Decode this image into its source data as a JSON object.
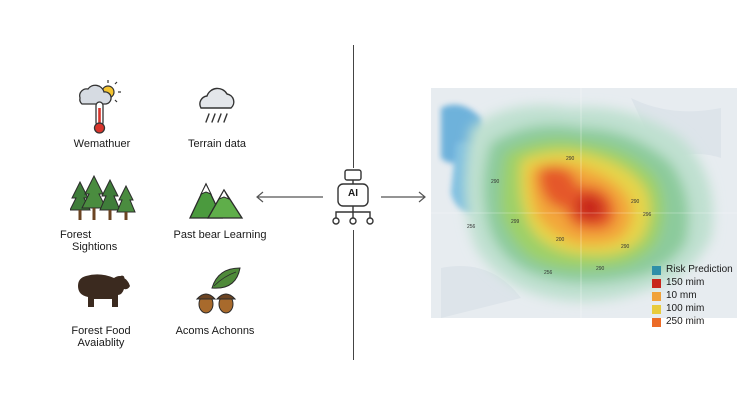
{
  "inputs": {
    "weather": "Wemathuer",
    "terrain": "Terrain data",
    "forest_line1": "Forest",
    "forest_line2": "Sightions",
    "bear": "Past bear Learning",
    "food_line1": "Forest Food",
    "food_line2": "Avaiablity",
    "acorns": "Acoms Achonns"
  },
  "center": {
    "ai_label": "AI"
  },
  "map": {
    "contour_labels": [
      "290",
      "290",
      "290",
      "256",
      "299",
      "200",
      "290",
      "296",
      "256",
      "290",
      "290"
    ]
  },
  "legend": [
    {
      "label": "Risk Prediction",
      "color": "#2f8fa8"
    },
    {
      "label": "150 mim",
      "color": "#c8271c"
    },
    {
      "label": "10 mm",
      "color": "#f0a23a"
    },
    {
      "label": "100 mim",
      "color": "#e8cb3c"
    },
    {
      "label": "250 mim",
      "color": "#ec6b27"
    }
  ],
  "icons": [
    "weather-icon",
    "rain-cloud-icon",
    "pine-trees-icon",
    "mountain-icon",
    "bear-icon",
    "acorns-icon",
    "ai-robot-icon",
    "arrow-left-icon",
    "arrow-right-icon"
  ]
}
